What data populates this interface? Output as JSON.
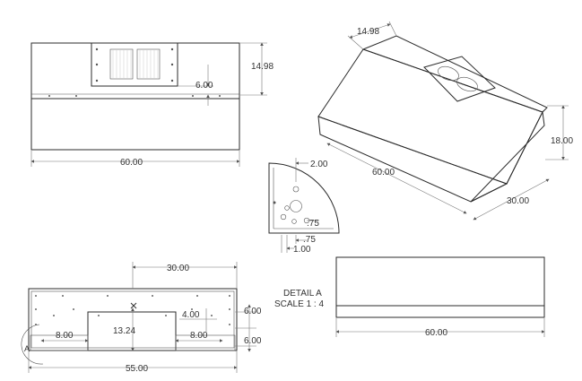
{
  "front_view": {
    "width_label": "60.00",
    "height_label": "14.98",
    "offset_label": "6.00"
  },
  "iso_view": {
    "depth_label": "14.98",
    "length_label": "60.00",
    "height_label": "18.00",
    "width_label": "30.00"
  },
  "detail_view": {
    "top_label": "2.00",
    "dia_label": ".75",
    "offset_label": ".75",
    "edge_label": "1.00"
  },
  "bottom_view": {
    "top_label": "30.00",
    "height_label": "13.24",
    "left_label": "8.00",
    "right_label": "8.00",
    "inner_label": "4.00",
    "side_top_label": "6.00",
    "side_bottom_label": "6.00",
    "width_label": "55.00",
    "detail_marker": "A"
  },
  "detail_caption": {
    "line1": "DETAIL A",
    "line2": "SCALE 1 : 4"
  },
  "side_view": {
    "width_label": "60.00"
  }
}
